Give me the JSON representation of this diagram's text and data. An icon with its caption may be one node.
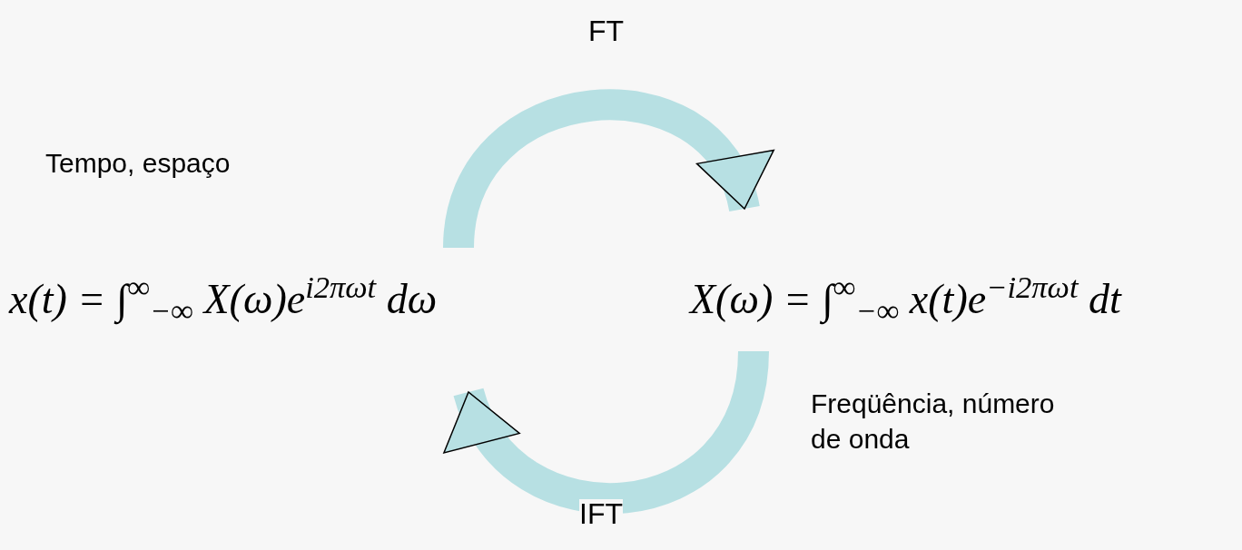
{
  "diagram": {
    "nodes": [
      {
        "text": [
          "x(t) = ∫$^{∞}$$_{−∞}$ X(ω)e$^{i2πωt}$ dω"
        ],
        "beside": [
          "Tempo, espaço"
        ]
      },
      {
        "text": [
          "X(ω) = ∫$^{∞}$$_{−∞}$ x(t)e$^{−i2πωt}$ dt"
        ],
        "beside": [
          "Freqüência, número de onda"
        ]
      }
    ],
    "edges": [
      {
        "from": 0,
        "to": 1,
        "arrow": "to",
        "label": "FT"
      },
      {
        "from": 1,
        "to": 0,
        "arrow": "to",
        "label": "IFT"
      }
    ]
  }
}
